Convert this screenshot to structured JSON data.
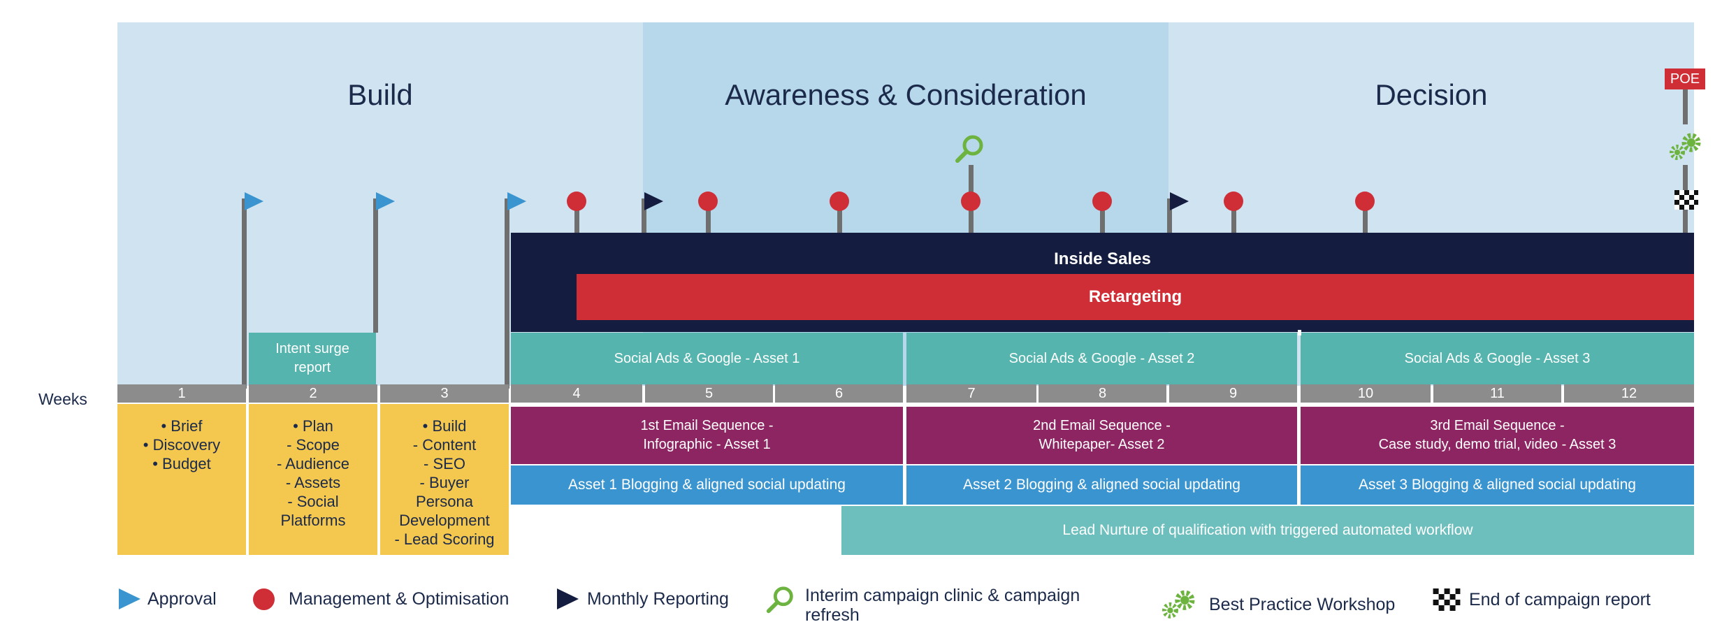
{
  "phases": [
    {
      "title": "Build"
    },
    {
      "title": "Awareness & Consideration"
    },
    {
      "title": "Decision"
    }
  ],
  "weeks_label": "Weeks",
  "weeks": [
    "1",
    "2",
    "3",
    "4",
    "5",
    "6",
    "7",
    "8",
    "9",
    "10",
    "11",
    "12"
  ],
  "poe_label": "POE",
  "intent_surge": "Intent surge report",
  "inside_sales": "Inside Sales",
  "retargeting": "Retargeting",
  "social_ads": [
    "Social Ads & Google - Asset 1",
    "Social Ads & Google - Asset 2",
    "Social Ads & Google - Asset 3"
  ],
  "email_sequences": [
    {
      "line1": "1st Email Sequence -",
      "line2": "Infographic - Asset 1"
    },
    {
      "line1": "2nd Email Sequence -",
      "line2": "Whitepaper- Asset 2"
    },
    {
      "line1": "3rd Email Sequence -",
      "line2": "Case study, demo trial, video - Asset 3"
    }
  ],
  "blogging": [
    "Asset 1 Blogging & aligned social updating",
    "Asset 2 Blogging & aligned social updating",
    "Asset 3 Blogging & aligned social updating"
  ],
  "lead_nurture": "Lead Nurture of qualification with triggered automated workflow",
  "build_tasks": [
    "• Brief\n• Discovery\n• Budget",
    "• Plan\n- Scope\n- Audience\n- Assets\n- Social\nPlatforms",
    "• Build\n- Content\n- SEO\n- Buyer\nPersona\nDevelopment\n- Lead Scoring"
  ],
  "legend": {
    "approval": "Approval",
    "management": "Management & Optimisation",
    "monthly": "Monthly Reporting",
    "interim": "Interim campaign clinic & campaign refresh",
    "workshop": "Best Practice Workshop",
    "end_report": "End of campaign report"
  },
  "colors": {
    "phase_light": "#cfe4f0",
    "phase_mid": "#b7d8ea",
    "navy": "#141c40",
    "red": "#cf2e37",
    "teal": "#55b5ae",
    "lead_teal": "#6dbfbd",
    "purple": "#8d2562",
    "blue": "#3a94cf",
    "yellow": "#f4c74e",
    "green": "#6db33f"
  }
}
